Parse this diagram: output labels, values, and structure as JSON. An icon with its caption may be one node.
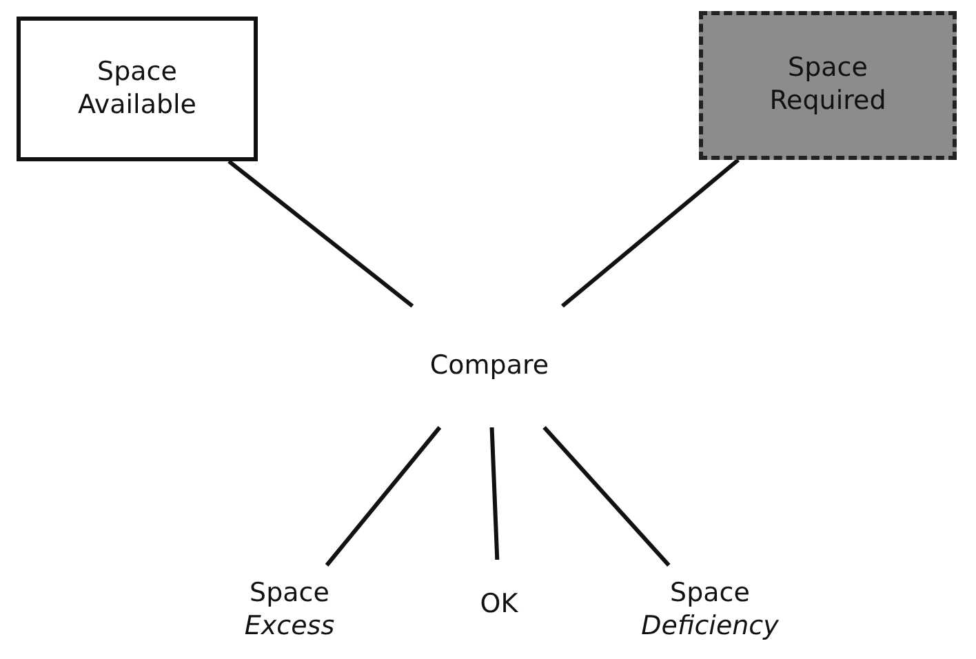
{
  "diagram": {
    "nodes": [
      {
        "text": [
          "Space Available"
        ]
      },
      {
        "text": [
          "Space Required"
        ]
      },
      {
        "text": [
          "Compare"
        ]
      },
      {
        "text": [
          "Space *Excess*"
        ]
      },
      {
        "text": [
          "OK"
        ]
      },
      {
        "text": [
          "Space *Deficiency*"
        ]
      }
    ],
    "edges": [
      {
        "from": 0,
        "to": 2,
        "arrow": "none"
      },
      {
        "from": 1,
        "to": 2,
        "arrow": "none"
      },
      {
        "from": 2,
        "to": 3,
        "arrow": "none"
      },
      {
        "from": 2,
        "to": 4,
        "arrow": "none"
      },
      {
        "from": 2,
        "to": 5,
        "arrow": "none"
      }
    ]
  }
}
